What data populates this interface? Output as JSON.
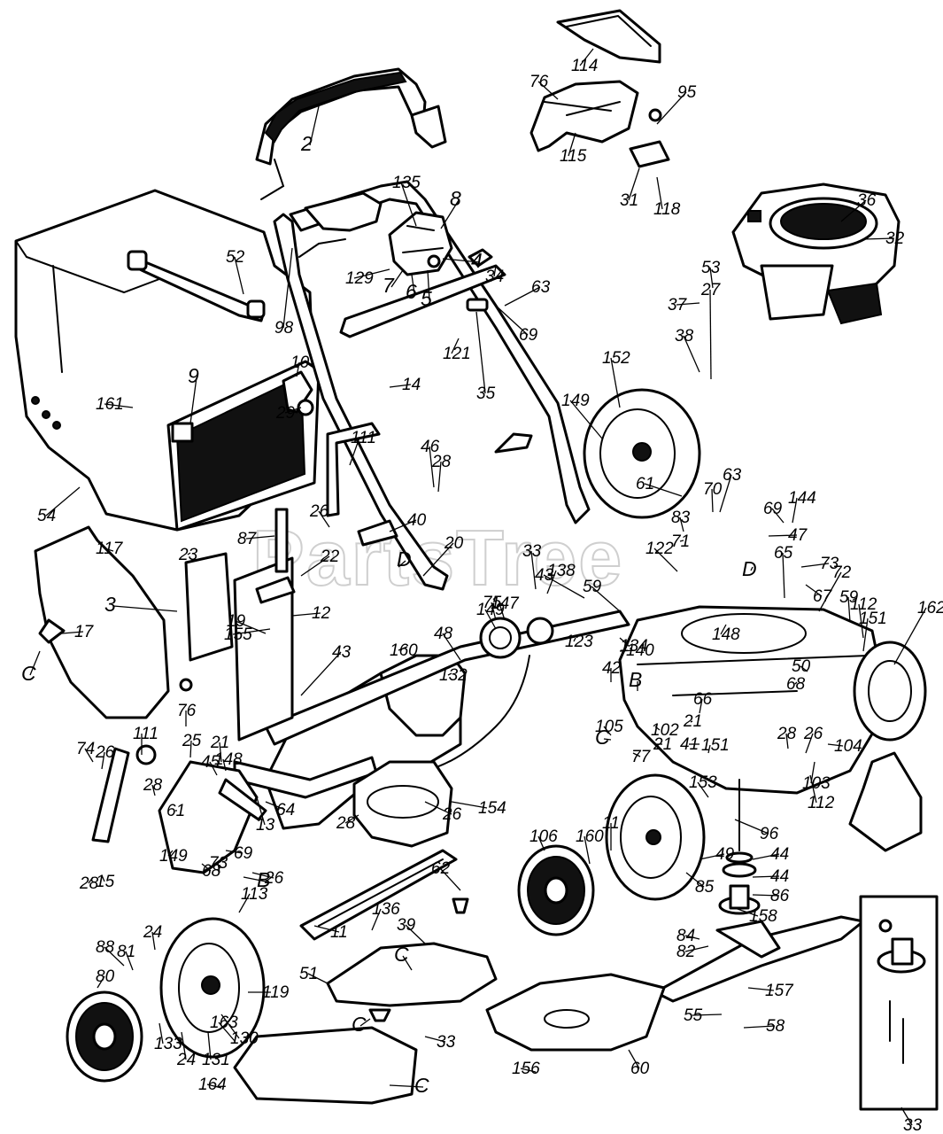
{
  "watermark": "PartsTree",
  "callouts": [
    "114",
    "76",
    "95",
    "115",
    "31",
    "118",
    "36",
    "53",
    "37",
    "32",
    "2",
    "135",
    "8",
    "4",
    "129",
    "7",
    "6",
    "5",
    "34",
    "63",
    "121",
    "69",
    "35",
    "52",
    "98",
    "14",
    "10",
    "29",
    "9",
    "161",
    "54",
    "38",
    "27",
    "152",
    "149",
    "61",
    "70",
    "63",
    "69",
    "144",
    "47",
    "83",
    "71",
    "D",
    "65",
    "73",
    "67",
    "72",
    "59",
    "151",
    "112",
    "162",
    "111",
    "46",
    "28",
    "26",
    "40",
    "87",
    "20",
    "22",
    "D",
    "12",
    "19",
    "155",
    "23",
    "117",
    "3",
    "17",
    "C",
    "33",
    "138",
    "43",
    "122",
    "59",
    "75",
    "147",
    "149",
    "48",
    "134",
    "140",
    "123",
    "148",
    "50",
    "68",
    "160",
    "132",
    "43",
    "42",
    "B",
    "66",
    "21",
    "28",
    "26",
    "104",
    "105",
    "C",
    "77",
    "102",
    "21",
    "41",
    "151",
    "112",
    "103",
    "111",
    "76",
    "21",
    "45",
    "148",
    "25",
    "64",
    "13",
    "74",
    "26",
    "28",
    "61",
    "149",
    "68",
    "73",
    "69",
    "B",
    "26",
    "28",
    "15",
    "26",
    "28",
    "154",
    "153",
    "96",
    "106",
    "160",
    "11",
    "49",
    "44",
    "44",
    "86",
    "85",
    "62",
    "113",
    "24",
    "88",
    "81",
    "80",
    "136",
    "11",
    "39",
    "51",
    "C",
    "33",
    "C",
    "133",
    "24",
    "131",
    "130",
    "119",
    "84",
    "82",
    "158",
    "157",
    "55",
    "58",
    "156",
    "60",
    "163",
    "164",
    "C",
    "33",
    "57",
    "55"
  ]
}
